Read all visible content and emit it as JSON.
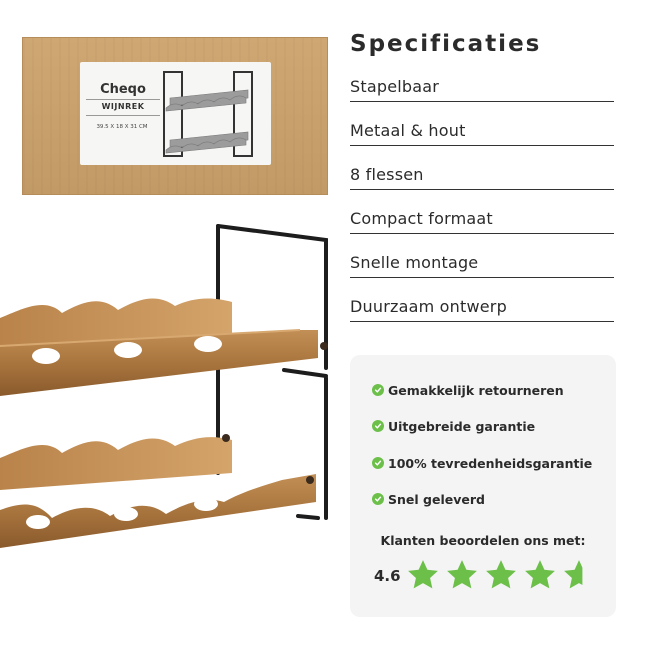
{
  "box": {
    "brand": "Cheqo",
    "product": "WIJNREK",
    "dimensions": "39.5 X 18 X 31 CM"
  },
  "specs": {
    "title": "Specificaties",
    "items": [
      "Stapelbaar",
      "Metaal & hout",
      "8 flessen",
      "Compact formaat",
      "Snelle montage",
      "Duurzaam ontwerp"
    ]
  },
  "service": {
    "perks": [
      "Gemakkelijk retourneren",
      "Uitgebreide garantie",
      "100% tevredenheidsgarantie",
      "Snel geleverd"
    ],
    "rating_heading": "Klanten beoordelen ons met:",
    "rating_value": "4.6",
    "rating_fraction": 0.92,
    "star_color": "#6cc04a",
    "check_icon": "check-circle-icon",
    "star_icon": "star-icon"
  }
}
